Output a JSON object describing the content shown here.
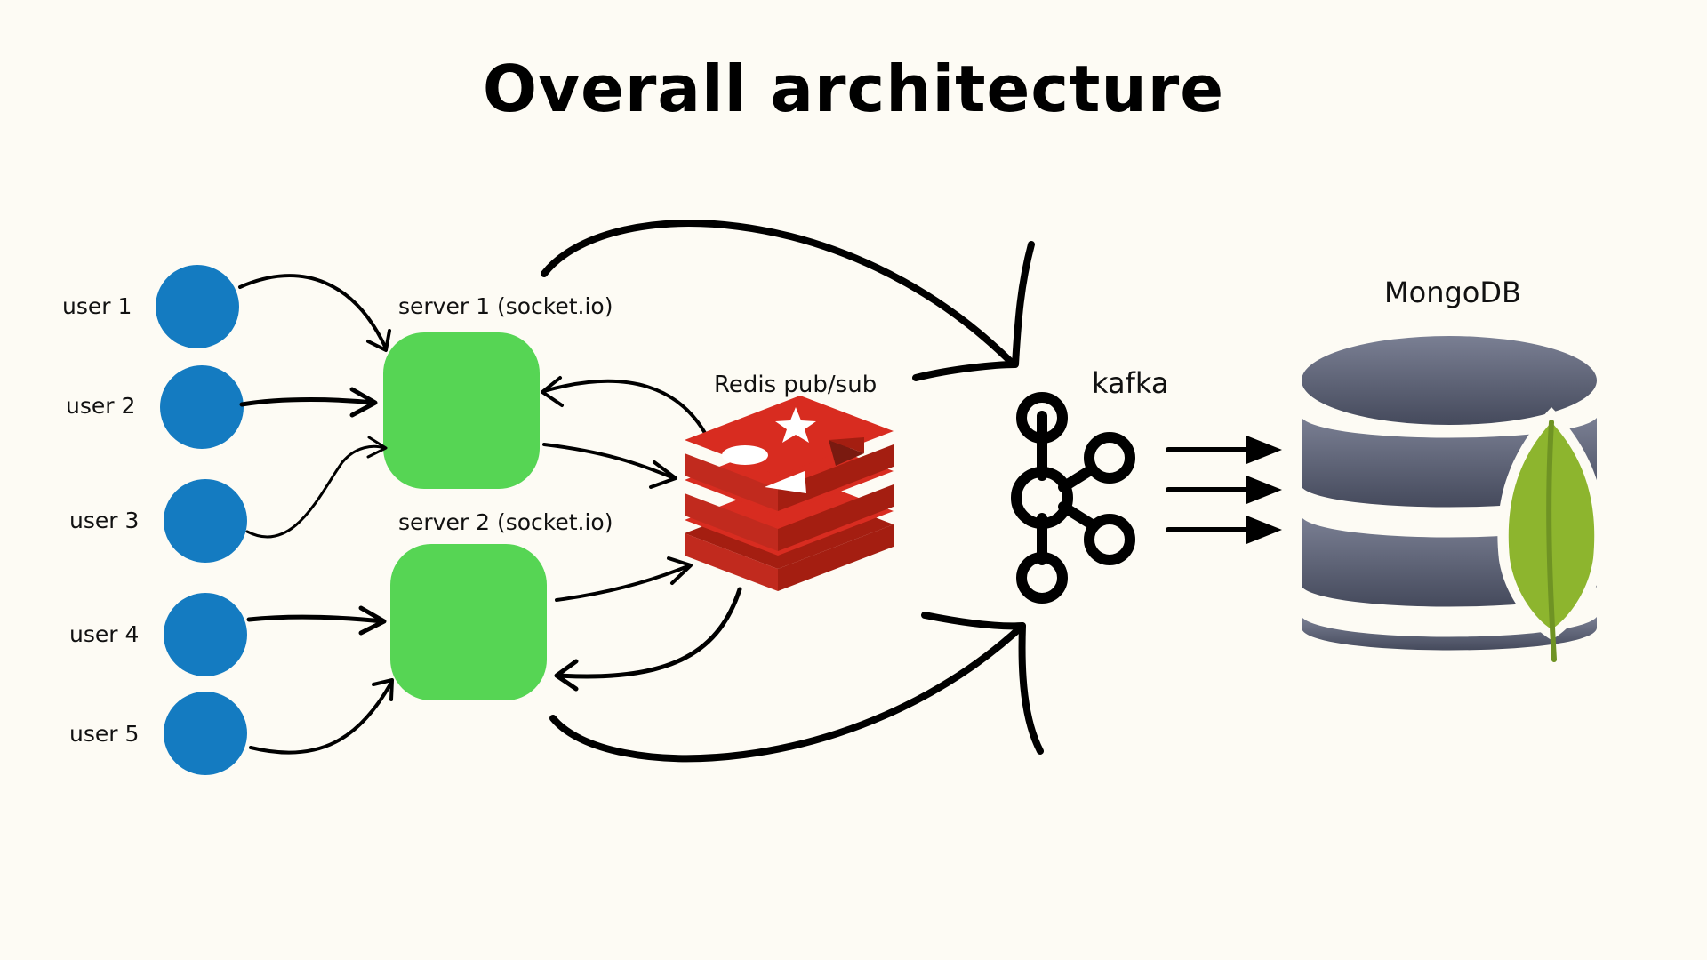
{
  "title": "Overall architecture",
  "users": [
    {
      "label": "user 1"
    },
    {
      "label": "user 2"
    },
    {
      "label": "user 3"
    },
    {
      "label": "user 4"
    },
    {
      "label": "user 5"
    }
  ],
  "servers": [
    {
      "label": "server 1 (socket.io)"
    },
    {
      "label": "server 2 (socket.io)"
    }
  ],
  "redis": {
    "label": "Redis pub/sub",
    "icon": "redis-logo-icon",
    "color": "#d82c20"
  },
  "kafka": {
    "label": "kafka",
    "icon": "kafka-logo-icon"
  },
  "mongodb": {
    "label": "MongoDB",
    "icon": "mongodb-database-icon",
    "db_color": "#565c72",
    "leaf_color": "#8db52e"
  },
  "colors": {
    "user": "#147bc1",
    "server": "#56d554",
    "background": "#fdfbf4"
  }
}
